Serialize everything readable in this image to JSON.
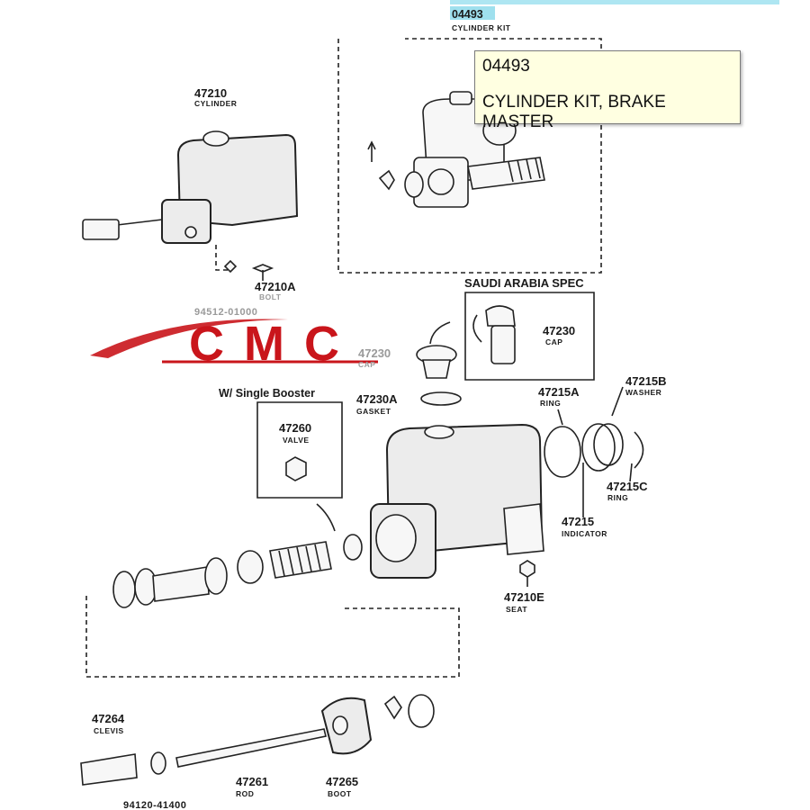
{
  "header": {
    "kit_code": "04493",
    "kit_name": "CYLINDER KIT"
  },
  "tooltip": {
    "code": "04493",
    "description": "CYLINDER KIT, BRAKE MASTER"
  },
  "watermark": {
    "text": "CMC",
    "color": "#c9151b"
  },
  "sections": {
    "saudi": "SAUDI  ARABIA  SPEC",
    "booster": "W/ Single Booster"
  },
  "parts": [
    {
      "num": "47210",
      "name": "CYLINDER"
    },
    {
      "num": "47210A",
      "name": "BOLT"
    },
    {
      "num": "94512-01000",
      "name": ""
    },
    {
      "num": "47230",
      "name": "CAP"
    },
    {
      "num": "47230",
      "name": "CAP"
    },
    {
      "num": "47230A",
      "name": "GASKET"
    },
    {
      "num": "47260",
      "name": "VALVE"
    },
    {
      "num": "47215A",
      "name": "RING"
    },
    {
      "num": "47215B",
      "name": "WASHER"
    },
    {
      "num": "47215C",
      "name": "RING"
    },
    {
      "num": "47215",
      "name": "INDICATOR"
    },
    {
      "num": "47210E",
      "name": "SEAT"
    },
    {
      "num": "47264",
      "name": "CLEVIS"
    },
    {
      "num": "47261",
      "name": "ROD"
    },
    {
      "num": "47265",
      "name": "BOOT"
    },
    {
      "num": "94120-41400",
      "name": ""
    }
  ]
}
